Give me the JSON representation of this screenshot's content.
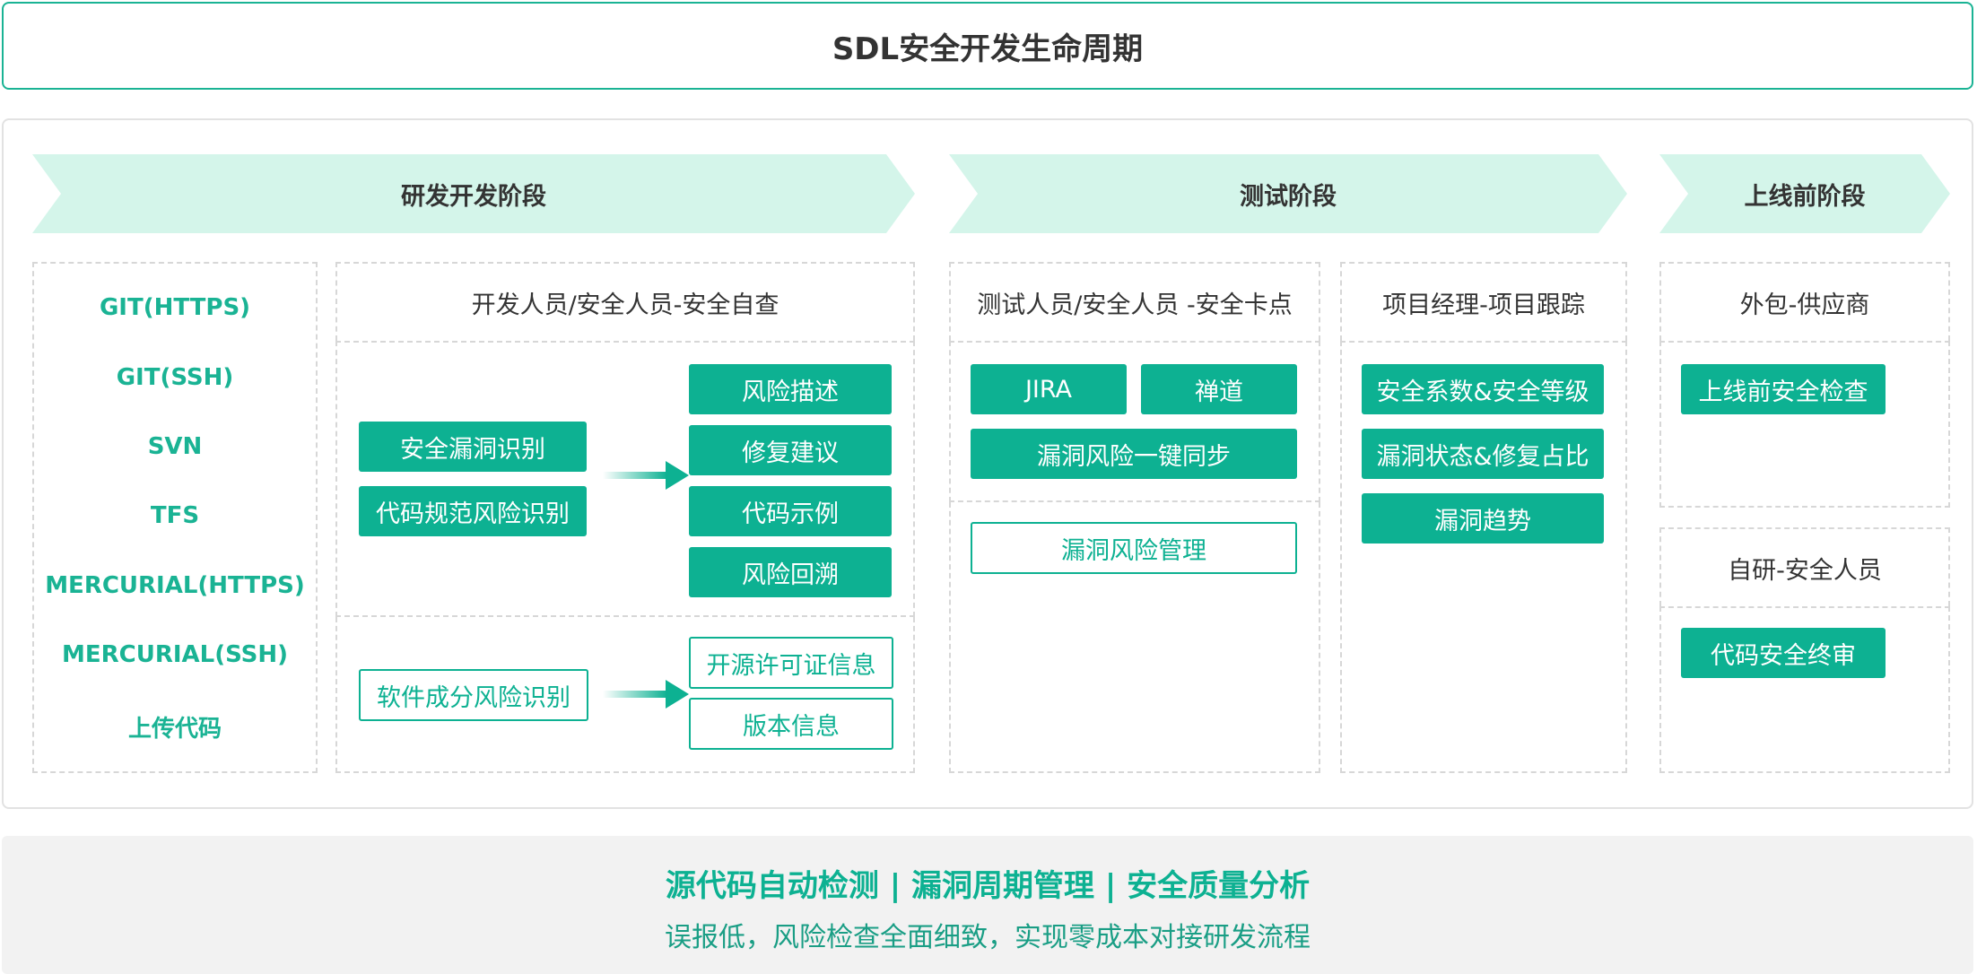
{
  "title": "SDL安全开发生命周期",
  "stages": {
    "dev": "研发开发阶段",
    "test": "测试阶段",
    "prelaunch": "上线前阶段"
  },
  "vcs": [
    "GIT(HTTPS)",
    "GIT(SSH)",
    "SVN",
    "TFS",
    "MERCURIAL(HTTPS)",
    "MERCURIAL(SSH)",
    "上传代码"
  ],
  "dev_section": {
    "header": "开发人员/安全人员-安全自查",
    "left_buttons": [
      "安全漏洞识别",
      "代码规范风险识别"
    ],
    "right_buttons": [
      "风险描述",
      "修复建议",
      "代码示例",
      "风险回溯"
    ],
    "sca_button": "软件成分风险识别",
    "sca_outputs": [
      "开源许可证信息",
      "版本信息"
    ]
  },
  "test_section": {
    "header": "测试人员/安全人员 -安全卡点",
    "buttons": [
      "JIRA",
      "禅道"
    ],
    "sync_button": "漏洞风险一键同步",
    "manage_button": "漏洞风险管理"
  },
  "pm_section": {
    "header": "项目经理-项目跟踪",
    "buttons": [
      "安全系数&安全等级",
      "漏洞状态&修复占比",
      "漏洞趋势"
    ]
  },
  "outsourcing": {
    "header": "外包-供应商",
    "button": "上线前安全检查"
  },
  "inhouse": {
    "header": "自研-安全人员",
    "button": "代码安全终审"
  },
  "footer": {
    "line1": "源代码自动检测 | 漏洞周期管理 | 安全质量分析",
    "line2": "误报低，风险检查全面细致，实现零成本对接研发流程"
  },
  "colors": {
    "accent": "#0db192",
    "stage_bg": "#d4f5ea",
    "footer_bg": "#f2f2f2"
  }
}
